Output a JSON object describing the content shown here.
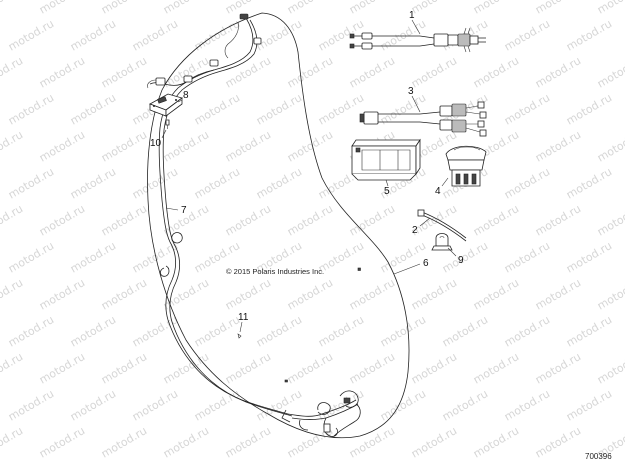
{
  "watermark_text": "motod.ru",
  "copyright": "© 2015 Polaris Industries Inc.",
  "figure_number": "700396",
  "callouts": [
    {
      "id": "c1",
      "label": "1"
    },
    {
      "id": "c2",
      "label": "2"
    },
    {
      "id": "c3",
      "label": "3"
    },
    {
      "id": "c4",
      "label": "4"
    },
    {
      "id": "c5",
      "label": "5"
    },
    {
      "id": "c6",
      "label": "6"
    },
    {
      "id": "c7",
      "label": "7"
    },
    {
      "id": "c8",
      "label": "8"
    },
    {
      "id": "c9",
      "label": "9"
    },
    {
      "id": "c10",
      "label": "10"
    },
    {
      "id": "c11",
      "label": "11"
    }
  ]
}
